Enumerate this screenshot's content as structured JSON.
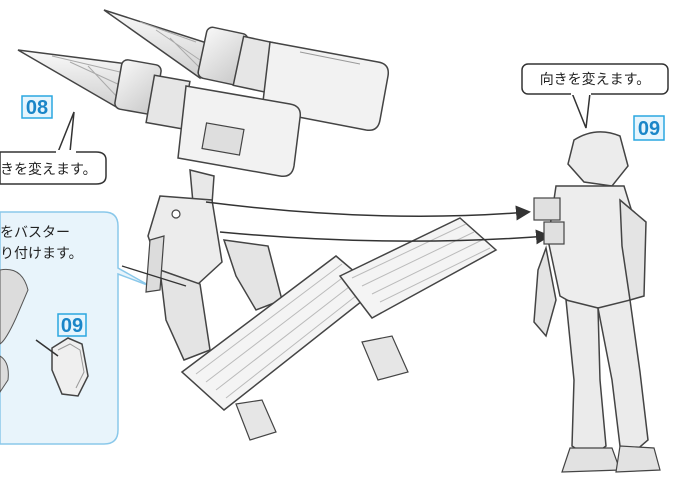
{
  "labels": {
    "step_08": "08",
    "step_09_right": "09",
    "step_09_inset": "09",
    "callout_left": "きを変えます。",
    "callout_right": "向きを変えます。",
    "inset_line1": "をバスター",
    "inset_line2": "り付けます。"
  },
  "colors": {
    "badge_border": "#2aa7e0",
    "badge_fill": "#e6f5fd",
    "badge_text": "#1b86c8",
    "inset_fill": "#e8f4fb",
    "inset_border": "#8ac8ea",
    "line": "#333333",
    "part_fill": "#efefef",
    "part_stroke": "#555555"
  }
}
